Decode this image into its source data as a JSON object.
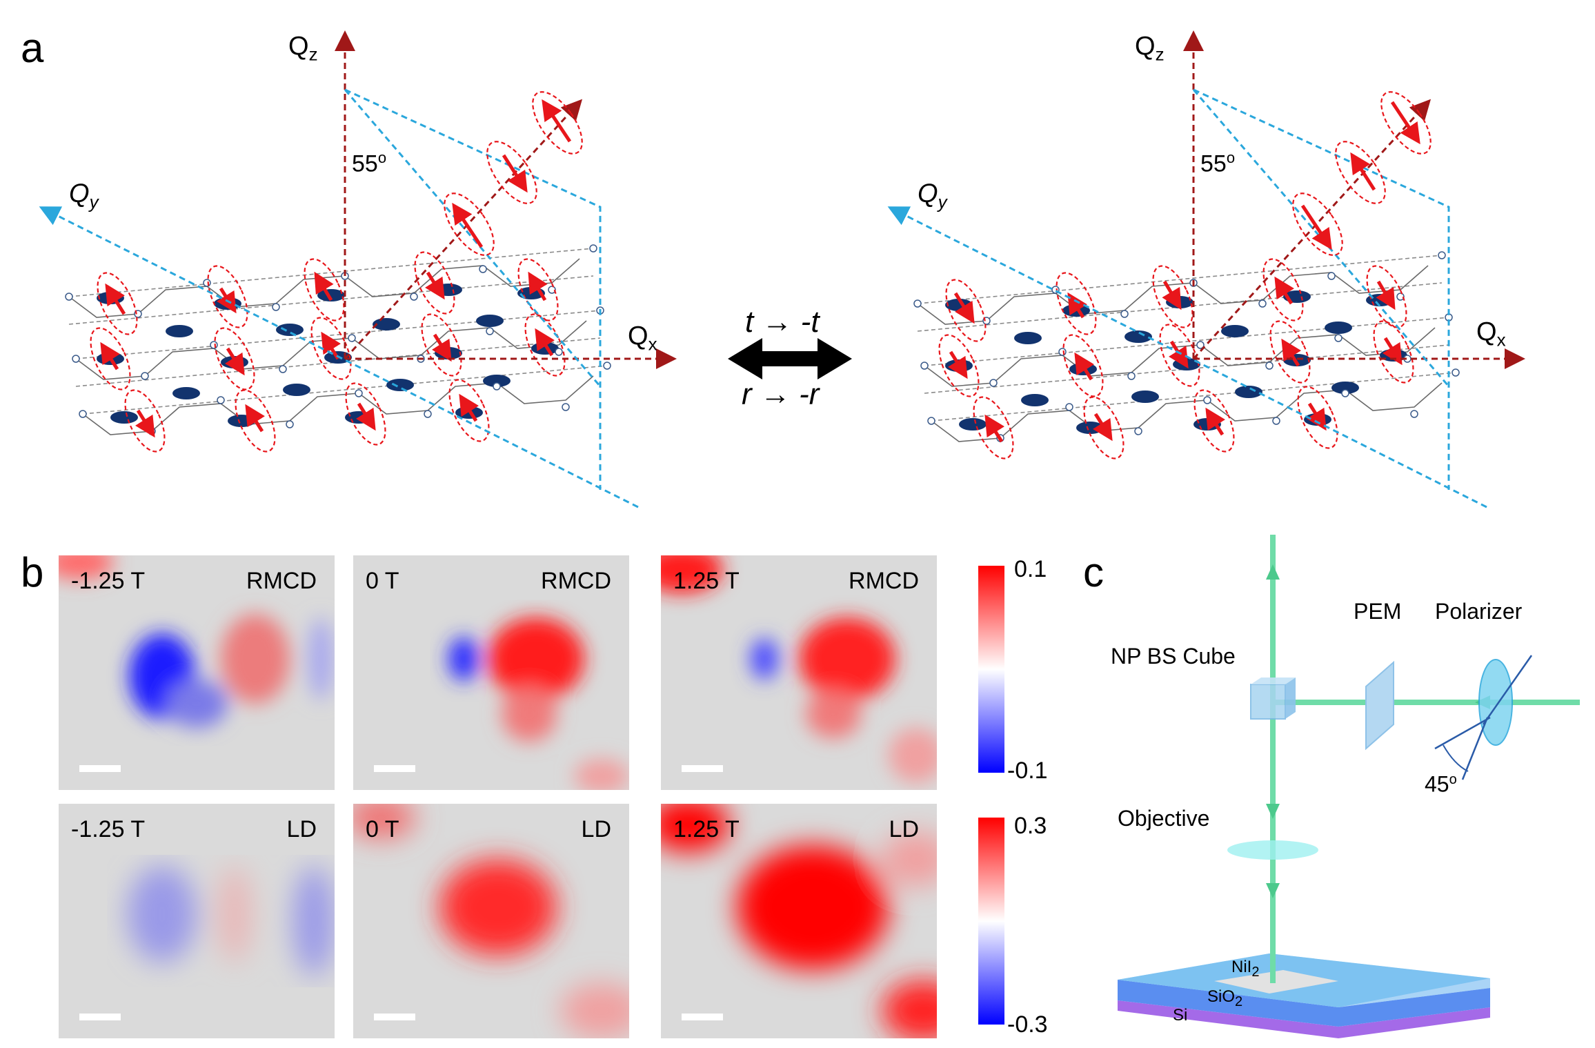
{
  "panel_a": {
    "label": "a",
    "left": {
      "qz": "Q",
      "qz_sub": "z",
      "qy": "Q",
      "qy_sub": "y",
      "qx": "Q",
      "qx_sub": "x",
      "angle": "55",
      "angle_sup": "o"
    },
    "right": {
      "qz": "Q",
      "qz_sub": "z",
      "qy": "Q",
      "qy_sub": "y",
      "qx": "Q",
      "qx_sub": "x",
      "angle": "55",
      "angle_sup": "o"
    },
    "transform_top": "t → -t",
    "transform_bottom": "r → -r"
  },
  "panel_b": {
    "label": "b",
    "rmcd_row": [
      {
        "field": "-1.25 T",
        "mode": "RMCD"
      },
      {
        "field": "0 T",
        "mode": "RMCD"
      },
      {
        "field": "1.25 T",
        "mode": "RMCD"
      }
    ],
    "ld_row": [
      {
        "field": "-1.25 T",
        "mode": "LD"
      },
      {
        "field": "0 T",
        "mode": "LD"
      },
      {
        "field": "1.25 T",
        "mode": "LD"
      }
    ],
    "rmcd_colorbar": {
      "max": "0.1",
      "min": "-0.1"
    },
    "ld_colorbar": {
      "max": "0.3",
      "min": "-0.3"
    },
    "colors": {
      "positive": "#ff0000",
      "zero": "#ffffff",
      "negative": "#0000ff"
    }
  },
  "panel_c": {
    "label": "c",
    "pem": "PEM",
    "polarizer": "Polarizer",
    "np_bs_cube": "NP BS Cube",
    "objective": "Objective",
    "angle": "45",
    "angle_sup": "o",
    "sample": "NiI",
    "sample_sub": "2",
    "oxide": "SiO",
    "oxide_sub": "2",
    "substrate": "Si",
    "beam_color": "#6fdca8"
  }
}
